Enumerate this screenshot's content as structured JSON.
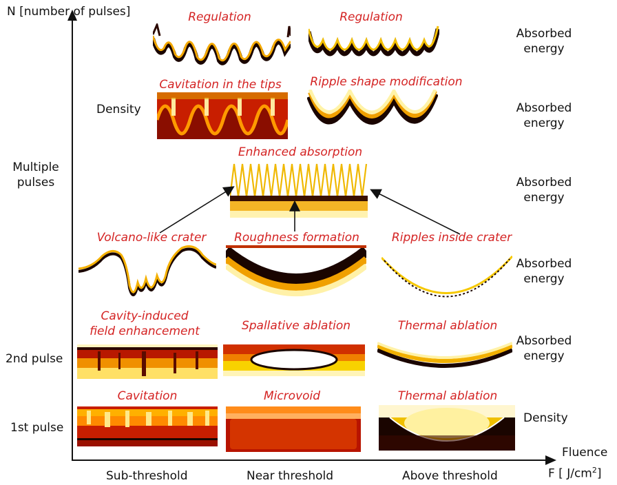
{
  "axes": {
    "y_label": "N [number of pulses]",
    "x_label_line1": "Fluence",
    "x_label_line2_prefix": "F [ J/cm",
    "x_label_sup": "2",
    "x_label_line2_suffix": "]"
  },
  "row_labels": {
    "multiple_line1": "Multiple",
    "multiple_line2": "pulses",
    "second_pulse": "2nd pulse",
    "first_pulse": "1st pulse"
  },
  "column_labels": {
    "sub": "Sub-threshold",
    "near": "Near threshold",
    "above": "Above threshold"
  },
  "right_labels": {
    "absorbed_line1": "Absorbed",
    "absorbed_line2": "energy",
    "density": "Density"
  },
  "left_density": "Density",
  "titles": {
    "regulation_left": "Regulation",
    "regulation_right": "Regulation",
    "cavitation_tips": "Cavitation in the tips",
    "ripple_shape": "Ripple shape modification",
    "enhanced_absorption": "Enhanced absorption",
    "volcano": "Volcano-like crater",
    "roughness": "Roughness formation",
    "ripples_crater": "Ripples inside crater",
    "cavity_line1": "Cavity-induced",
    "cavity_line2": "field enhancement",
    "spallative": "Spallative ablation",
    "thermal_2nd": "Thermal ablation",
    "cavitation": "Cavitation",
    "microvoid": "Microvoid",
    "thermal_1st": "Thermal ablation"
  },
  "colors": {
    "accent_red": "#d42323",
    "dark": "#1a0500",
    "deep_red": "#b01400",
    "orange": "#e85a00",
    "yellow": "#ffe84a",
    "pale": "#fff8c8"
  }
}
